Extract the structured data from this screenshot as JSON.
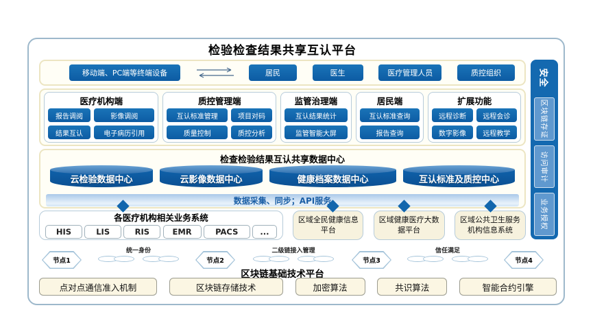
{
  "title": "检验检查结果共享互认平台",
  "terminals": {
    "device": "移动端、PC端等终端设备",
    "users": [
      "居民",
      "医生",
      "医疗管理人员",
      "质控组织"
    ]
  },
  "groups": [
    {
      "header": "医疗机构端",
      "items": [
        "报告调阅",
        "影像调阅",
        "结果互认",
        "电子病历引用"
      ]
    },
    {
      "header": "质控管理端",
      "items": [
        "互认标准管理",
        "项目对码",
        "质量控制",
        "质控分析"
      ]
    },
    {
      "header": "监管治理端",
      "items": [
        "互认结果统计",
        "监管智能大屏"
      ]
    },
    {
      "header": "居民端",
      "items": [
        "互认标准查询",
        "报告查询"
      ]
    },
    {
      "header": "扩展功能",
      "items": [
        "远程诊断",
        "远程会诊",
        "数字影像",
        "远程教学"
      ]
    }
  ],
  "datacenter": {
    "title": "检查检验结果互认共享数据中心",
    "cylinders": [
      "云检验数据中心",
      "云影像数据中心",
      "健康档案数据中心",
      "互认标准及质控中心"
    ],
    "api_band": "数据采集、同步；API服务"
  },
  "systems": {
    "hospital": {
      "title": "各医疗机构相关业务系统",
      "items": [
        "HIS",
        "LIS",
        "RIS",
        "EMR",
        "PACS",
        "..."
      ]
    },
    "others": [
      "区域全民健康信息平台",
      "区域健康医疗大数据平台",
      "区域公共卫生服务机构信息系统"
    ]
  },
  "blockchain": {
    "nodes": [
      "节点1",
      "节点2",
      "节点3",
      "节点4"
    ],
    "links": [
      "统一身份",
      "二级链接入管理",
      "信任满足"
    ],
    "platform_title": "区块链基础技术平台",
    "tech": [
      "点对点通信准入机制",
      "区块链存储技术",
      "加密算法",
      "共识算法",
      "智能合约引擎"
    ]
  },
  "security": {
    "label": "安全",
    "items": [
      "区块链存证",
      "访问审计",
      "业务授权"
    ]
  },
  "colors": {
    "primary_blue": "#1266ad",
    "cylinder_blue": "#0f61a9",
    "sidebar_blue": "#1469b0",
    "sidebar_item_blue": "#6099cf",
    "cream_border": "#ece5c2",
    "cream_fill": "#f7f2de",
    "band_blue": "#aac9e9",
    "outer_border": "#9db8cb"
  }
}
